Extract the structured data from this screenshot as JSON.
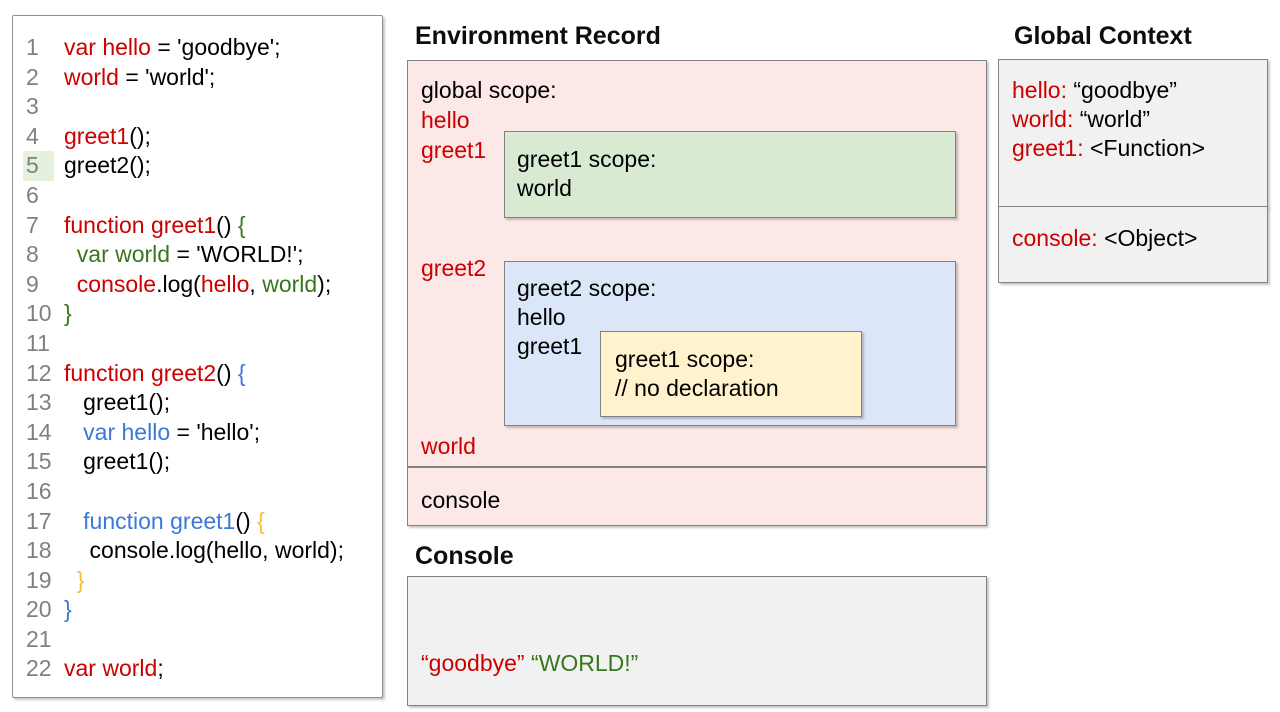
{
  "colors": {
    "syntax_red": "#cc0000",
    "syntax_green": "#38761d",
    "syntax_blue": "#3c78d8",
    "syntax_yellow": "#f1c232",
    "syntax_black": "#000000",
    "gutter_gray": "#808080",
    "line_highlight": "#e4f1dd",
    "global_scope_fill": "#fce8e6",
    "greet1_scope_fill": "#d9ead3",
    "greet2_scope_fill": "#dbe6f8",
    "inner_greet1_scope_fill": "#fff2cc",
    "context_fill": "#f1f1f1",
    "box_border": "#828282"
  },
  "code_panel": {
    "lines": [
      {
        "num": "1",
        "highlight": false,
        "tokens": [
          {
            "t": "var hello",
            "c": "red"
          },
          {
            "t": " = 'goodbye';",
            "c": "black"
          }
        ]
      },
      {
        "num": "2",
        "highlight": false,
        "tokens": [
          {
            "t": "world",
            "c": "red"
          },
          {
            "t": " = 'world';",
            "c": "black"
          }
        ]
      },
      {
        "num": "3",
        "highlight": false,
        "tokens": []
      },
      {
        "num": "4",
        "highlight": false,
        "tokens": [
          {
            "t": "greet1",
            "c": "red"
          },
          {
            "t": "();",
            "c": "black"
          }
        ]
      },
      {
        "num": "5",
        "highlight": true,
        "tokens": [
          {
            "t": "greet2();",
            "c": "black"
          }
        ]
      },
      {
        "num": "6",
        "highlight": false,
        "tokens": []
      },
      {
        "num": "7",
        "highlight": false,
        "tokens": [
          {
            "t": "function greet1",
            "c": "red"
          },
          {
            "t": "() ",
            "c": "black"
          },
          {
            "t": "{",
            "c": "green"
          }
        ]
      },
      {
        "num": "8",
        "highlight": false,
        "tokens": [
          {
            "t": "  ",
            "c": "black"
          },
          {
            "t": "var world",
            "c": "green"
          },
          {
            "t": " = 'WORLD!';",
            "c": "black"
          }
        ]
      },
      {
        "num": "9",
        "highlight": false,
        "tokens": [
          {
            "t": "  ",
            "c": "black"
          },
          {
            "t": "console",
            "c": "red"
          },
          {
            "t": ".log(",
            "c": "black"
          },
          {
            "t": "hello",
            "c": "red"
          },
          {
            "t": ", ",
            "c": "black"
          },
          {
            "t": "world",
            "c": "green"
          },
          {
            "t": ");",
            "c": "black"
          }
        ]
      },
      {
        "num": "10",
        "highlight": false,
        "tokens": [
          {
            "t": "}",
            "c": "green"
          }
        ]
      },
      {
        "num": "11",
        "highlight": false,
        "tokens": []
      },
      {
        "num": "12",
        "highlight": false,
        "tokens": [
          {
            "t": "function greet2",
            "c": "red"
          },
          {
            "t": "() ",
            "c": "black"
          },
          {
            "t": "{",
            "c": "blue"
          }
        ]
      },
      {
        "num": "13",
        "highlight": false,
        "tokens": [
          {
            "t": "   greet1();",
            "c": "black"
          }
        ]
      },
      {
        "num": "14",
        "highlight": false,
        "tokens": [
          {
            "t": "   ",
            "c": "black"
          },
          {
            "t": "var hello",
            "c": "blue"
          },
          {
            "t": " = 'hello';",
            "c": "black"
          }
        ]
      },
      {
        "num": "15",
        "highlight": false,
        "tokens": [
          {
            "t": "   greet1();",
            "c": "black"
          }
        ]
      },
      {
        "num": "16",
        "highlight": false,
        "tokens": []
      },
      {
        "num": "17",
        "highlight": false,
        "tokens": [
          {
            "t": "   ",
            "c": "black"
          },
          {
            "t": "function greet1",
            "c": "blue"
          },
          {
            "t": "() ",
            "c": "black"
          },
          {
            "t": "{",
            "c": "yellow"
          }
        ]
      },
      {
        "num": "18",
        "highlight": false,
        "tokens": [
          {
            "t": "    console.log(hello, world);",
            "c": "black"
          }
        ]
      },
      {
        "num": "19",
        "highlight": false,
        "tokens": [
          {
            "t": "  ",
            "c": "black"
          },
          {
            "t": "}",
            "c": "yellow"
          }
        ]
      },
      {
        "num": "20",
        "highlight": false,
        "tokens": [
          {
            "t": "}",
            "c": "blue"
          }
        ]
      },
      {
        "num": "21",
        "highlight": false,
        "tokens": []
      },
      {
        "num": "22",
        "highlight": false,
        "tokens": [
          {
            "t": "var world",
            "c": "red"
          },
          {
            "t": ";",
            "c": "black"
          }
        ]
      }
    ]
  },
  "environment_record": {
    "title": "Environment Record",
    "global_scope": {
      "label": "global scope:",
      "vars": {
        "hello": "hello",
        "greet1": "greet1",
        "greet2": "greet2",
        "world": "world"
      },
      "greet1_scope": {
        "label": "greet1 scope:",
        "vars": {
          "world": "world"
        }
      },
      "greet2_scope": {
        "label": "greet2 scope:",
        "vars": {
          "hello": "hello",
          "greet1": "greet1"
        },
        "greet1_scope": {
          "label": "greet1 scope:",
          "comment": "// no declaration"
        }
      }
    },
    "console_scope": {
      "vars": {
        "console": "console"
      }
    }
  },
  "console_panel": {
    "title": "Console",
    "output_tokens": [
      {
        "t": "“goodbye”",
        "c": "red"
      },
      {
        "t": " ",
        "c": "black"
      },
      {
        "t": "“WORLD!”",
        "c": "green"
      }
    ]
  },
  "global_context": {
    "title": "Global Context",
    "bindings": [
      {
        "name": "hello:",
        "value": "“goodbye”"
      },
      {
        "name": "world:",
        "value": "“world”"
      },
      {
        "name": "greet1:",
        "value": "<Function>"
      }
    ],
    "console_bindings": [
      {
        "name": "console:",
        "value": "<Object>"
      }
    ]
  }
}
